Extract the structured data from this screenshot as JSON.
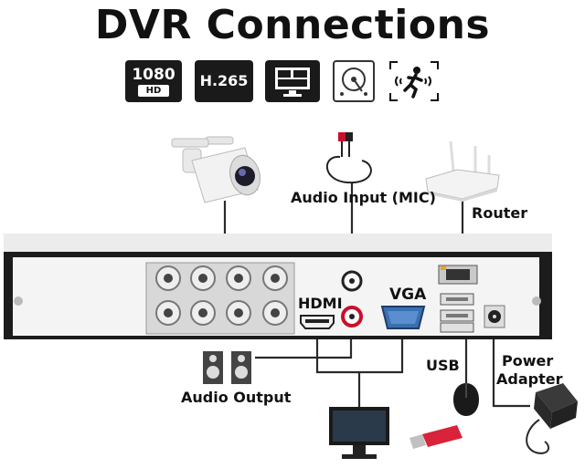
{
  "title": "DVR Connections",
  "badges": {
    "resolution_top": "1080",
    "resolution_bottom": "HD",
    "codec": "H.265",
    "monitor_icon": "monitor-multiview-icon",
    "hdd_icon": "hard-drive-icon",
    "motion_icon": "motion-detection-icon"
  },
  "labels": {
    "audio_input": "Audio Input (MIC)",
    "router": "Router",
    "hdmi": "HDMI",
    "vga": "VGA",
    "usb": "USB",
    "power_line1": "Power",
    "power_line2": "Adapter",
    "audio_output": "Audio Output"
  },
  "colors": {
    "line": "#2a2a2a",
    "usb_red": "#d8233a",
    "audio_red": "#c8102e"
  }
}
